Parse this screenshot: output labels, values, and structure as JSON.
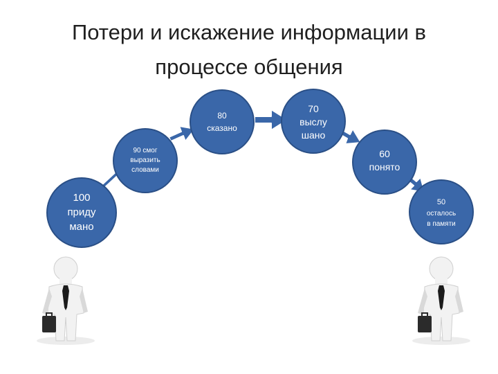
{
  "title": {
    "line1": "Потери и искажение информации в",
    "line2": "процессе общения"
  },
  "stages": [
    {
      "value": "100",
      "lines": [
        "100",
        "приду",
        "мано"
      ]
    },
    {
      "value": "90",
      "lines": [
        "90 смог",
        "выразить",
        "словами"
      ]
    },
    {
      "value": "80",
      "lines": [
        "80",
        "сказано"
      ]
    },
    {
      "value": "70",
      "lines": [
        "70",
        "выслу",
        "шано"
      ]
    },
    {
      "value": "60",
      "lines": [
        "60",
        "понято"
      ]
    },
    {
      "value": "50",
      "lines": [
        "50",
        "осталось",
        "в памяти"
      ]
    }
  ],
  "colors": {
    "circle_fill": "#3a67a9",
    "arrow_fill": "#3a67a9"
  },
  "icons": [
    "businessman-left-icon",
    "businessman-right-icon"
  ]
}
